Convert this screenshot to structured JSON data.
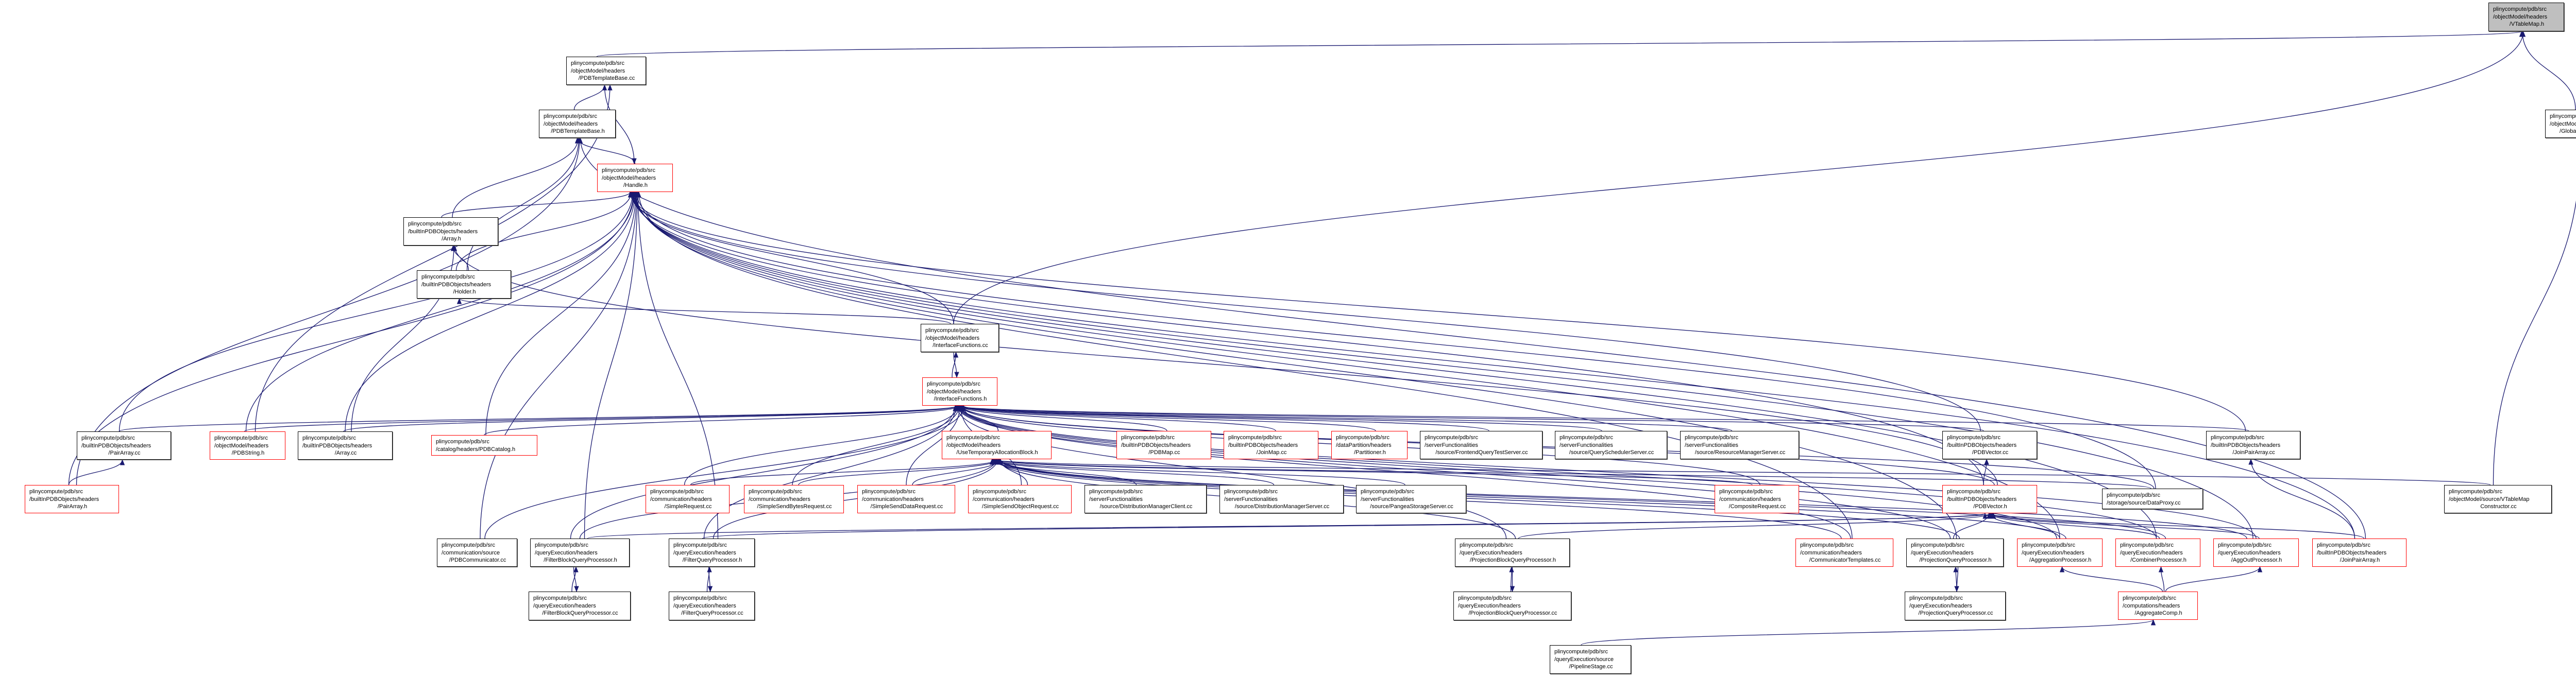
{
  "colors": {
    "edge": "#191970",
    "red_border": "#ff0000",
    "black_border": "#000000",
    "current_fill": "#bfbfbf"
  },
  "nodes": [
    {
      "id": "vtablemap",
      "lines": [
        "plinycompute/pdb/src",
        "/objectModel/headers",
        "/VTableMap.h"
      ],
      "red": false,
      "current": true
    },
    {
      "id": "templatebase_cc",
      "lines": [
        "plinycompute/pdb/src",
        "/objectModel/headers",
        "/PDBTemplateBase.cc"
      ],
      "red": false
    },
    {
      "id": "globalvars",
      "lines": [
        "plinycompute/pdb/src",
        "/objectModel/headers",
        "/GlobalVariables.cc"
      ],
      "red": false
    },
    {
      "id": "templatebase_h",
      "lines": [
        "plinycompute/pdb/src",
        "/objectModel/headers",
        "/PDBTemplateBase.h"
      ],
      "red": false
    },
    {
      "id": "handle",
      "lines": [
        "plinycompute/pdb/src",
        "/objectModel/headers",
        "/Handle.h"
      ],
      "red": true
    },
    {
      "id": "array_h",
      "lines": [
        "plinycompute/pdb/src",
        "/builtInPDBObjects/headers",
        "/Array.h"
      ],
      "red": false
    },
    {
      "id": "holder",
      "lines": [
        "plinycompute/pdb/src",
        "/builtInPDBObjects/headers",
        "/Holder.h"
      ],
      "red": false
    },
    {
      "id": "iface_cc",
      "lines": [
        "plinycompute/pdb/src",
        "/objectModel/headers",
        "/InterfaceFunctions.cc"
      ],
      "red": false
    },
    {
      "id": "iface_h",
      "lines": [
        "plinycompute/pdb/src",
        "/objectModel/headers",
        "/InterfaceFunctions.h"
      ],
      "red": true
    },
    {
      "id": "pairarray_cc",
      "lines": [
        "plinycompute/pdb/src",
        "/builtInPDBObjects/headers",
        "/PairArray.cc"
      ],
      "red": false
    },
    {
      "id": "pdbstring_h",
      "lines": [
        "plinycompute/pdb/src",
        "/objectModel/headers",
        "/PDBString.h"
      ],
      "red": true
    },
    {
      "id": "array_cc",
      "lines": [
        "plinycompute/pdb/src",
        "/builtInPDBObjects/headers",
        "/Array.cc"
      ],
      "red": false
    },
    {
      "id": "pdbcatalog_h",
      "lines": [
        "plinycompute/pdb/src",
        "/catalog/headers/PDBCatalog.h"
      ],
      "red": true
    },
    {
      "id": "usetemp",
      "lines": [
        "plinycompute/pdb/src",
        "/objectModel/headers",
        "/UseTemporaryAllocationBlock.h"
      ],
      "red": true
    },
    {
      "id": "pdbmap_cc",
      "lines": [
        "plinycompute/pdb/src",
        "/builtInPDBObjects/headers",
        "/PDBMap.cc"
      ],
      "red": true
    },
    {
      "id": "joinmap_cc",
      "lines": [
        "plinycompute/pdb/src",
        "/builtInPDBObjects/headers",
        "/JoinMap.cc"
      ],
      "red": true
    },
    {
      "id": "partitioner_h",
      "lines": [
        "plinycompute/pdb/src",
        "/dataPartition/headers",
        "/Partitioner.h"
      ],
      "red": true
    },
    {
      "id": "frontend",
      "lines": [
        "plinycompute/pdb/src",
        "/serverFunctionalities",
        "/source/FrontendQueryTestServer.cc"
      ],
      "red": false
    },
    {
      "id": "queryscheduler",
      "lines": [
        "plinycompute/pdb/src",
        "/serverFunctionalities",
        "/source/QuerySchedulerServer.cc"
      ],
      "red": false
    },
    {
      "id": "resourcemanager",
      "lines": [
        "plinycompute/pdb/src",
        "/serverFunctionalities",
        "/source/ResourceManagerServer.cc"
      ],
      "red": false
    },
    {
      "id": "pdbvector_cc",
      "lines": [
        "plinycompute/pdb/src",
        "/builtInPDBObjects/headers",
        "/PDBVector.cc"
      ],
      "red": false
    },
    {
      "id": "joinpairarray_cc",
      "lines": [
        "plinycompute/pdb/src",
        "/builtInPDBObjects/headers",
        "/JoinPairArray.cc"
      ],
      "red": false
    },
    {
      "id": "pairarray_h",
      "lines": [
        "plinycompute/pdb/src",
        "/builtInPDBObjects/headers",
        "/PairArray.h"
      ],
      "red": true
    },
    {
      "id": "simplerequest",
      "lines": [
        "plinycompute/pdb/src",
        "/communication/headers",
        "/SimpleRequest.cc"
      ],
      "red": true
    },
    {
      "id": "simplesendbytes",
      "lines": [
        "plinycompute/pdb/src",
        "/communication/headers",
        "/SimpleSendBytesRequest.cc"
      ],
      "red": true
    },
    {
      "id": "simplesenddata",
      "lines": [
        "plinycompute/pdb/src",
        "/communication/headers",
        "/SimpleSendDataRequest.cc"
      ],
      "red": true
    },
    {
      "id": "simplesendobject",
      "lines": [
        "plinycompute/pdb/src",
        "/communication/headers",
        "/SimpleSendObjectRequest.cc"
      ],
      "red": true
    },
    {
      "id": "distmgrclient",
      "lines": [
        "plinycompute/pdb/src",
        "/serverFunctionalities",
        "/source/DistributionManagerClient.cc"
      ],
      "red": false
    },
    {
      "id": "distmgrserver",
      "lines": [
        "plinycompute/pdb/src",
        "/serverFunctionalities",
        "/source/DistributionManagerServer.cc"
      ],
      "red": false
    },
    {
      "id": "pangea",
      "lines": [
        "plinycompute/pdb/src",
        "/serverFunctionalities",
        "/source/PangeaStorageServer.cc"
      ],
      "red": false
    },
    {
      "id": "composite",
      "lines": [
        "plinycompute/pdb/src",
        "/communication/headers",
        "/CompositeRequest.cc"
      ],
      "red": true
    },
    {
      "id": "pdbvector_h",
      "lines": [
        "plinycompute/pdb/src",
        "/builtInPDBObjects/headers",
        "/PDBVector.h"
      ],
      "red": true
    },
    {
      "id": "dataproxy",
      "lines": [
        "plinycompute/pdb/src",
        "/storage/source/DataProxy.cc"
      ],
      "red": false
    },
    {
      "id": "vtmconstructor",
      "lines": [
        "plinycompute/pdb/src",
        "/objectModel/source/VTableMap",
        "Constructor.cc"
      ],
      "red": false
    },
    {
      "id": "pdbcommunicator",
      "lines": [
        "plinycompute/pdb/src",
        "/communication/source",
        "/PDBCommunicator.cc"
      ],
      "red": false
    },
    {
      "id": "filterblock_h",
      "lines": [
        "plinycompute/pdb/src",
        "/queryExecution/headers",
        "/FilterBlockQueryProcessor.h"
      ],
      "red": false
    },
    {
      "id": "filter_h",
      "lines": [
        "plinycompute/pdb/src",
        "/queryExecution/headers",
        "/FilterQueryProcessor.h"
      ],
      "red": false
    },
    {
      "id": "projblock_h",
      "lines": [
        "plinycompute/pdb/src",
        "/queryExecution/headers",
        "/ProjectionBlockQueryProcessor.h"
      ],
      "red": false
    },
    {
      "id": "commtemplates",
      "lines": [
        "plinycompute/pdb/src",
        "/communication/headers",
        "/CommunicatorTemplates.cc"
      ],
      "red": true
    },
    {
      "id": "proj_h",
      "lines": [
        "plinycompute/pdb/src",
        "/queryExecution/headers",
        "/ProjectionQueryProcessor.h"
      ],
      "red": false
    },
    {
      "id": "aggregation_h",
      "lines": [
        "plinycompute/pdb/src",
        "/queryExecution/headers",
        "/AggregationProcessor.h"
      ],
      "red": true
    },
    {
      "id": "combiner_h",
      "lines": [
        "plinycompute/pdb/src",
        "/queryExecution/headers",
        "/CombinerProcessor.h"
      ],
      "red": true
    },
    {
      "id": "aggout_h",
      "lines": [
        "plinycompute/pdb/src",
        "/queryExecution/headers",
        "/AggOutProcessor.h"
      ],
      "red": true
    },
    {
      "id": "joinpairarray_h",
      "lines": [
        "plinycompute/pdb/src",
        "/builtInPDBObjects/headers",
        "/JoinPairArray.h"
      ],
      "red": true
    },
    {
      "id": "filterblock_cc",
      "lines": [
        "plinycompute/pdb/src",
        "/queryExecution/headers",
        "/FilterBlockQueryProcessor.cc"
      ],
      "red": false
    },
    {
      "id": "filter_cc",
      "lines": [
        "plinycompute/pdb/src",
        "/queryExecution/headers",
        "/FilterQueryProcessor.cc"
      ],
      "red": false
    },
    {
      "id": "projblock_cc",
      "lines": [
        "plinycompute/pdb/src",
        "/queryExecution/headers",
        "/ProjectionBlockQueryProcessor.cc"
      ],
      "red": false
    },
    {
      "id": "proj_cc",
      "lines": [
        "plinycompute/pdb/src",
        "/queryExecution/headers",
        "/ProjectionQueryProcessor.cc"
      ],
      "red": false
    },
    {
      "id": "aggregatecomp",
      "lines": [
        "plinycompute/pdb/src",
        "/computations/headers",
        "/AggregateComp.h"
      ],
      "red": true
    },
    {
      "id": "pipelinestage",
      "lines": [
        "plinycompute/pdb/src",
        "/queryExecution/source",
        "/PipelineStage.cc"
      ],
      "red": false
    }
  ],
  "edges": [
    [
      "templatebase_cc",
      "vtablemap"
    ],
    [
      "globalvars",
      "vtablemap"
    ],
    [
      "iface_cc",
      "vtablemap"
    ],
    [
      "vtmconstructor",
      "globalvars"
    ],
    [
      "templatebase_h",
      "templatebase_cc"
    ],
    [
      "templatebase_cc",
      "handle"
    ],
    [
      "handle",
      "templatebase_h"
    ],
    [
      "array_h",
      "templatebase_h"
    ],
    [
      "holder",
      "templatebase_h"
    ],
    [
      "pairarray_h",
      "templatebase_h"
    ],
    [
      "joinpairarray_h",
      "templatebase_h"
    ],
    [
      "pdbstring_h",
      "templatebase_cc"
    ],
    [
      "array_h",
      "handle"
    ],
    [
      "holder",
      "handle"
    ],
    [
      "iface_cc",
      "handle"
    ],
    [
      "pairarray_cc",
      "handle"
    ],
    [
      "pairarray_h",
      "handle"
    ],
    [
      "pdbstring_h",
      "handle"
    ],
    [
      "array_cc",
      "handle"
    ],
    [
      "pdbcatalog_h",
      "handle"
    ],
    [
      "pdbcommunicator",
      "handle"
    ],
    [
      "filterblock_h",
      "handle"
    ],
    [
      "filter_h",
      "handle"
    ],
    [
      "commtemplates",
      "handle"
    ],
    [
      "pdbvector_cc",
      "handle"
    ],
    [
      "joinpairarray_cc",
      "handle"
    ],
    [
      "pdbvector_h",
      "handle"
    ],
    [
      "joinpairarray_h",
      "handle"
    ],
    [
      "aggout_h",
      "handle"
    ],
    [
      "combiner_h",
      "handle"
    ],
    [
      "aggregation_h",
      "handle"
    ],
    [
      "proj_h",
      "handle"
    ],
    [
      "dataproxy",
      "handle"
    ],
    [
      "holder",
      "array_h"
    ],
    [
      "array_cc",
      "array_h"
    ],
    [
      "pdbvector_h",
      "array_h"
    ],
    [
      "iface_cc",
      "holder"
    ],
    [
      "iface_h",
      "iface_cc"
    ],
    [
      "iface_cc",
      "iface_h"
    ],
    [
      "pairarray_cc",
      "iface_h"
    ],
    [
      "pdbstring_h",
      "iface_h"
    ],
    [
      "array_cc",
      "iface_h"
    ],
    [
      "pdbcatalog_h",
      "iface_h"
    ],
    [
      "usetemp",
      "iface_h"
    ],
    [
      "pdbmap_cc",
      "iface_h"
    ],
    [
      "joinmap_cc",
      "iface_h"
    ],
    [
      "partitioner_h",
      "iface_h"
    ],
    [
      "frontend",
      "iface_h"
    ],
    [
      "queryscheduler",
      "iface_h"
    ],
    [
      "resourcemanager",
      "iface_h"
    ],
    [
      "pdbvector_cc",
      "iface_h"
    ],
    [
      "joinpairarray_cc",
      "iface_h"
    ],
    [
      "simplerequest",
      "iface_h"
    ],
    [
      "simplesendbytes",
      "iface_h"
    ],
    [
      "simplesenddata",
      "iface_h"
    ],
    [
      "simplesendobject",
      "iface_h"
    ],
    [
      "composite",
      "iface_h"
    ],
    [
      "pdbvector_h",
      "iface_h"
    ],
    [
      "commtemplates",
      "iface_h"
    ],
    [
      "pdbcommunicator",
      "iface_h"
    ],
    [
      "filterblock_h",
      "iface_h"
    ],
    [
      "filter_h",
      "iface_h"
    ],
    [
      "projblock_h",
      "iface_h"
    ],
    [
      "proj_h",
      "iface_h"
    ],
    [
      "aggregation_h",
      "iface_h"
    ],
    [
      "combiner_h",
      "iface_h"
    ],
    [
      "aggout_h",
      "iface_h"
    ],
    [
      "dataproxy",
      "iface_h"
    ],
    [
      "simplerequest",
      "usetemp"
    ],
    [
      "simplesendbytes",
      "usetemp"
    ],
    [
      "simplesenddata",
      "usetemp"
    ],
    [
      "simplesendobject",
      "usetemp"
    ],
    [
      "distmgrclient",
      "usetemp"
    ],
    [
      "distmgrserver",
      "usetemp"
    ],
    [
      "pangea",
      "usetemp"
    ],
    [
      "composite",
      "usetemp"
    ],
    [
      "commtemplates",
      "usetemp"
    ],
    [
      "dataproxy",
      "usetemp"
    ],
    [
      "filterblock_h",
      "usetemp"
    ],
    [
      "filter_h",
      "usetemp"
    ],
    [
      "projblock_h",
      "usetemp"
    ],
    [
      "proj_h",
      "usetemp"
    ],
    [
      "aggregation_h",
      "usetemp"
    ],
    [
      "combiner_h",
      "usetemp"
    ],
    [
      "aggout_h",
      "usetemp"
    ],
    [
      "vtmconstructor",
      "usetemp"
    ],
    [
      "pdbvector_h",
      "pdbvector_cc"
    ],
    [
      "joinpairarray_h",
      "joinpairarray_cc"
    ],
    [
      "pairarray_h",
      "pairarray_cc"
    ],
    [
      "proj_h",
      "pdbvector_h"
    ],
    [
      "aggregation_h",
      "pdbvector_h"
    ],
    [
      "combiner_h",
      "pdbvector_h"
    ],
    [
      "aggout_h",
      "pdbvector_h"
    ],
    [
      "joinpairarray_h",
      "pdbvector_h"
    ],
    [
      "projblock_h",
      "pdbvector_h"
    ],
    [
      "filterblock_h",
      "pdbvector_h"
    ],
    [
      "filter_h",
      "pdbvector_h"
    ],
    [
      "filterblock_cc",
      "filterblock_h"
    ],
    [
      "filterblock_h",
      "filterblock_cc"
    ],
    [
      "filter_cc",
      "filter_h"
    ],
    [
      "filter_h",
      "filter_cc"
    ],
    [
      "projblock_cc",
      "projblock_h"
    ],
    [
      "projblock_h",
      "projblock_cc"
    ],
    [
      "proj_cc",
      "proj_h"
    ],
    [
      "proj_h",
      "proj_cc"
    ],
    [
      "aggregatecomp",
      "aggregation_h"
    ],
    [
      "aggregatecomp",
      "combiner_h"
    ],
    [
      "aggregatecomp",
      "aggout_h"
    ],
    [
      "pipelinestage",
      "aggregatecomp"
    ]
  ]
}
